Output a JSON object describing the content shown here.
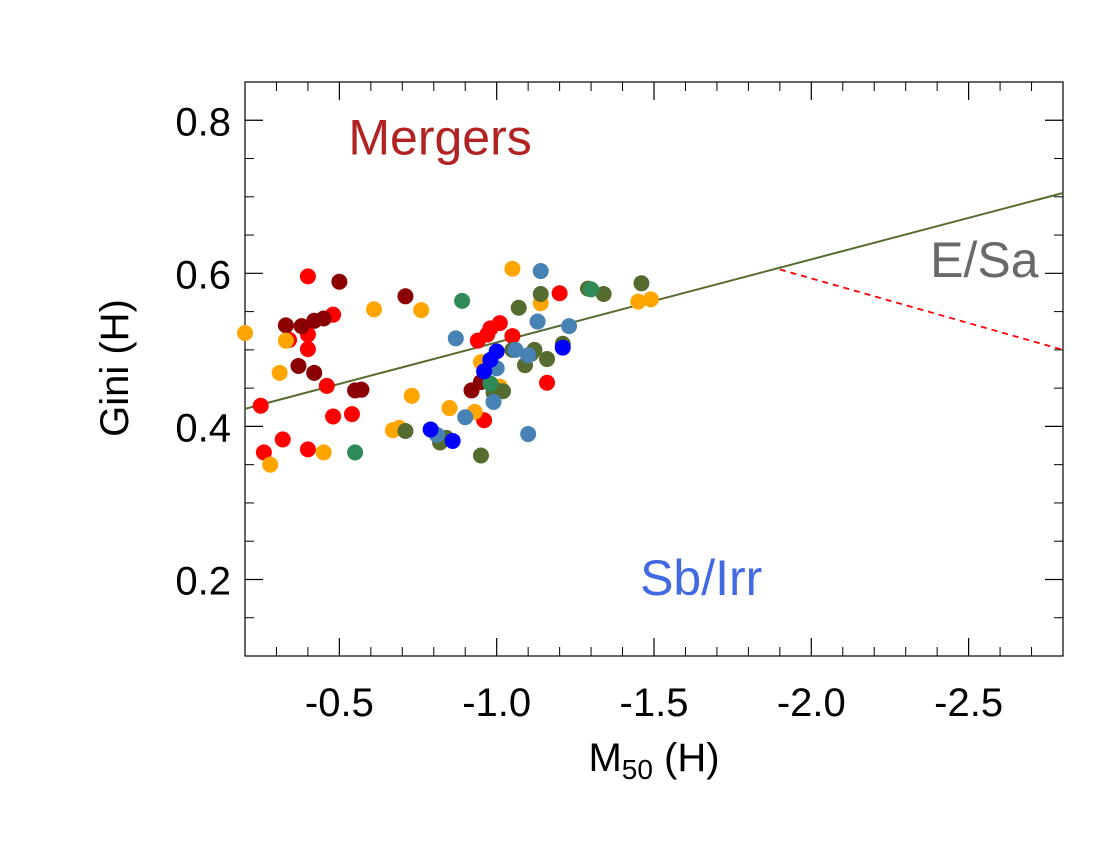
{
  "chart_data": {
    "type": "scatter",
    "xlabel": "M",
    "xlabel_sub": "50",
    "xlabel_suffix": " (H)",
    "ylabel": "Gini (H)",
    "xlim": [
      -0.2,
      -2.8
    ],
    "ylim": [
      0.1,
      0.85
    ],
    "x_reversed": true,
    "x_ticks": [
      -0.5,
      -1.0,
      -1.5,
      -2.0,
      -2.5
    ],
    "x_tick_labels": [
      "-0.5",
      "-1.0",
      "-1.5",
      "-2.0",
      "-2.5"
    ],
    "y_ticks": [
      0.2,
      0.4,
      0.6,
      0.8
    ],
    "y_tick_labels": [
      "0.2",
      "0.4",
      "0.6",
      "0.8"
    ],
    "grid": false,
    "colors": {
      "red": "#ff0000",
      "darkred": "#8b0000",
      "orange": "#ffa500",
      "olive": "#556b2f",
      "seagreen": "#2e8b57",
      "steelblue": "#4682b4",
      "blue": "#0000ff"
    },
    "lines": [
      {
        "name": "merger-line",
        "style": "solid",
        "color": "#556b2f",
        "points": [
          [
            -0.2,
            0.423
          ],
          [
            -2.8,
            0.705
          ]
        ]
      },
      {
        "name": "esa-sbirr-line",
        "style": "dashed",
        "color": "#ff0000",
        "points": [
          [
            -1.9,
            0.605
          ],
          [
            -2.8,
            0.5
          ]
        ]
      }
    ],
    "annotations": [
      {
        "text": "Mergers",
        "x": -0.82,
        "y": 0.755,
        "color": "#b22222"
      },
      {
        "text": "E/Sa",
        "x": -2.55,
        "y": 0.595,
        "color": "#696969"
      },
      {
        "text": "Sb/Irr",
        "x": -1.65,
        "y": 0.18,
        "color": "#4169e1"
      }
    ],
    "series": [
      {
        "color_key": "red",
        "points": [
          [
            -0.25,
            0.427
          ],
          [
            -0.26,
            0.366
          ],
          [
            -0.32,
            0.383
          ],
          [
            -0.34,
            0.513
          ],
          [
            -0.4,
            0.596
          ],
          [
            -0.4,
            0.52
          ],
          [
            -0.4,
            0.501
          ],
          [
            -0.4,
            0.37
          ],
          [
            -0.46,
            0.453
          ],
          [
            -0.48,
            0.546
          ],
          [
            -0.48,
            0.413
          ],
          [
            -0.54,
            0.416
          ],
          [
            -0.96,
            0.408
          ],
          [
            -0.94,
            0.512
          ],
          [
            -0.97,
            0.52
          ],
          [
            -0.98,
            0.528
          ],
          [
            -1.01,
            0.535
          ],
          [
            -1.05,
            0.518
          ],
          [
            -1.16,
            0.457
          ],
          [
            -1.2,
            0.574
          ]
        ]
      },
      {
        "color_key": "darkred",
        "points": [
          [
            -0.33,
            0.532
          ],
          [
            -0.37,
            0.479
          ],
          [
            -0.38,
            0.531
          ],
          [
            -0.42,
            0.47
          ],
          [
            -0.42,
            0.538
          ],
          [
            -0.45,
            0.541
          ],
          [
            -0.5,
            0.589
          ],
          [
            -0.55,
            0.447
          ],
          [
            -0.57,
            0.448
          ],
          [
            -0.71,
            0.57
          ],
          [
            -0.92,
            0.447
          ],
          [
            -0.95,
            0.458
          ]
        ]
      },
      {
        "color_key": "orange",
        "points": [
          [
            -0.2,
            0.522
          ],
          [
            -0.31,
            0.47
          ],
          [
            -0.33,
            0.512
          ],
          [
            -0.28,
            0.35
          ],
          [
            -0.45,
            0.366
          ],
          [
            -0.61,
            0.553
          ],
          [
            -0.67,
            0.395
          ],
          [
            -0.69,
            0.398
          ],
          [
            -0.73,
            0.44
          ],
          [
            -0.76,
            0.552
          ],
          [
            -0.85,
            0.424
          ],
          [
            -0.93,
            0.419
          ],
          [
            -0.95,
            0.484
          ],
          [
            -1.01,
            0.452
          ],
          [
            -1.05,
            0.606
          ],
          [
            -1.14,
            0.561
          ],
          [
            -1.45,
            0.563
          ],
          [
            -1.49,
            0.566
          ]
        ]
      },
      {
        "color_key": "olive",
        "points": [
          [
            -0.71,
            0.394
          ],
          [
            -0.82,
            0.379
          ],
          [
            -0.84,
            0.385
          ],
          [
            -0.95,
            0.362
          ],
          [
            -0.99,
            0.444
          ],
          [
            -1.0,
            0.447
          ],
          [
            -1.02,
            0.446
          ],
          [
            -1.05,
            0.5
          ],
          [
            -1.07,
            0.555
          ],
          [
            -1.09,
            0.48
          ],
          [
            -1.11,
            0.495
          ],
          [
            -1.12,
            0.5
          ],
          [
            -1.14,
            0.573
          ],
          [
            -1.16,
            0.488
          ],
          [
            -1.21,
            0.508
          ],
          [
            -1.29,
            0.58
          ],
          [
            -1.34,
            0.573
          ],
          [
            -1.46,
            0.587
          ]
        ]
      },
      {
        "color_key": "seagreen",
        "points": [
          [
            -0.55,
            0.366
          ],
          [
            -0.89,
            0.564
          ],
          [
            -0.98,
            0.456
          ],
          [
            -1.3,
            0.579
          ]
        ]
      },
      {
        "color_key": "steelblue",
        "points": [
          [
            -0.81,
            0.389
          ],
          [
            -0.87,
            0.515
          ],
          [
            -0.9,
            0.412
          ],
          [
            -0.99,
            0.432
          ],
          [
            -1.0,
            0.476
          ],
          [
            -1.06,
            0.5
          ],
          [
            -1.1,
            0.493
          ],
          [
            -1.1,
            0.39
          ],
          [
            -1.13,
            0.537
          ],
          [
            -1.14,
            0.603
          ],
          [
            -1.23,
            0.531
          ]
        ]
      },
      {
        "color_key": "blue",
        "points": [
          [
            -0.79,
            0.396
          ],
          [
            -0.86,
            0.381
          ],
          [
            -0.96,
            0.472
          ],
          [
            -0.98,
            0.487
          ],
          [
            -1.0,
            0.498
          ],
          [
            -1.21,
            0.503
          ]
        ]
      }
    ]
  }
}
